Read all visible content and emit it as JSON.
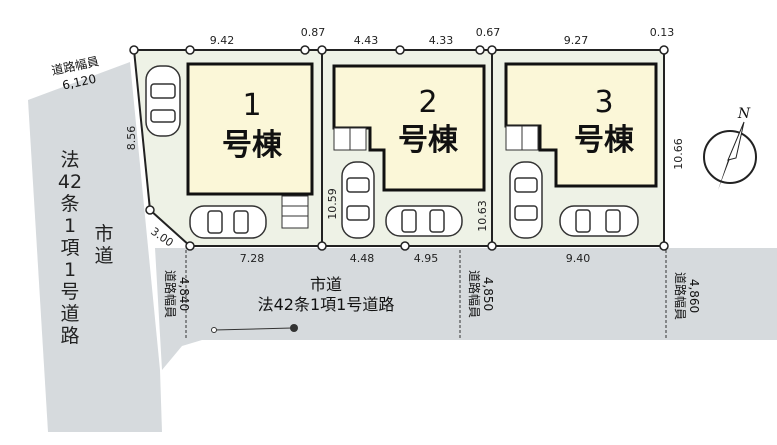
{
  "colors": {
    "road": "#d6dadd",
    "lot": "#eef2e6",
    "house": "#fbf7d8",
    "line": "#222222"
  },
  "west_road": {
    "width_title": "道路幅員",
    "width_value": "6,120",
    "name_chars": [
      "法",
      "42",
      "条",
      "1",
      "項",
      "1",
      "号",
      "道",
      "路"
    ],
    "city_chars": [
      "市",
      "道"
    ]
  },
  "south_road": {
    "title": "市道",
    "subtitle": "法42条1項1号道路"
  },
  "road_widths": [
    {
      "title": "道路幅員",
      "value": "4,840"
    },
    {
      "title": "道路幅員",
      "value": "4,850"
    },
    {
      "title": "道路幅員",
      "value": "4,860"
    }
  ],
  "houses": [
    {
      "number": "1",
      "name": "号棟"
    },
    {
      "number": "2",
      "name": "号棟"
    },
    {
      "number": "3",
      "name": "号棟"
    }
  ],
  "dimensions": {
    "top": [
      "9.42",
      "0.87",
      "4.43",
      "4.33",
      "0.67",
      "9.27",
      "0.13"
    ],
    "bottom": [
      "7.28",
      "4.48",
      "4.95",
      "9.40"
    ],
    "side": [
      "8.56",
      "3.00",
      "10.59",
      "10.63",
      "10.66"
    ]
  },
  "compass": {
    "label": "N"
  }
}
